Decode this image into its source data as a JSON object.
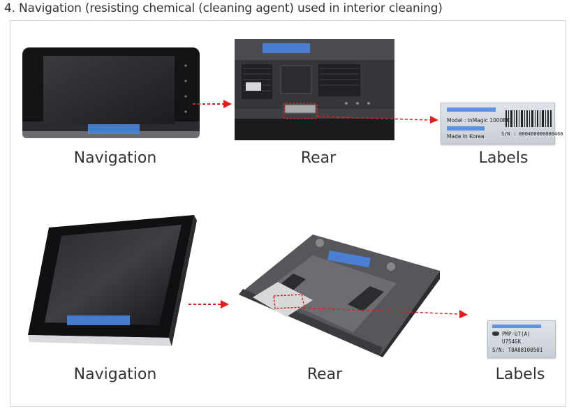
{
  "heading": "4. Navigation (resisting chemical (cleaning agent) used in interior cleaning)",
  "rows": [
    {
      "captions": {
        "navigation": "Navigation",
        "rear": "Rear",
        "labels": "Labels"
      },
      "label": {
        "model": "Model : InMagic 1000BK",
        "made_in": "Made In Korea",
        "serial": "S/N : 800400000000468"
      }
    },
    {
      "captions": {
        "navigation": "Navigation",
        "rear": "Rear",
        "labels": "Labels"
      },
      "label": {
        "model": "PMP-U7(A)",
        "code": "U754GK",
        "serial": "S/N: T8A88100501"
      }
    }
  ],
  "colors": {
    "redaction": "#4a84e0",
    "arrow": "#e02020",
    "device": "#1b1b1d"
  },
  "icons": {
    "arrow": "dashed-red-arrow-icon",
    "redaction": "blue-redaction-bar"
  }
}
